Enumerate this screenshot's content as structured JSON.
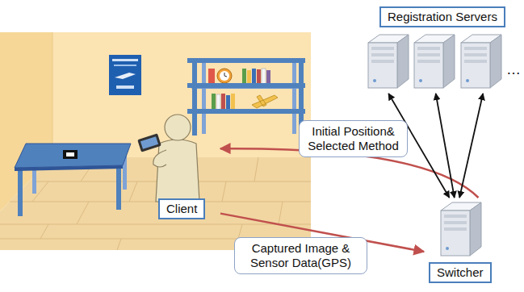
{
  "diagram": {
    "nodes": [
      {
        "text": [
          "Registration Servers"
        ]
      },
      {
        "text": [
          "Client"
        ]
      },
      {
        "text": [
          "Switcher"
        ]
      }
    ],
    "edges": [
      {
        "from": 2,
        "to": 1,
        "arrow": "to",
        "label": "Initial Position& Selected Method"
      },
      {
        "from": 1,
        "to": 2,
        "arrow": "to",
        "label": "Captured Image & Sensor Data(GPS)"
      },
      {
        "from": 0,
        "to": 2,
        "arrow": "both"
      },
      {
        "from": 0,
        "to": 2,
        "arrow": "both"
      },
      {
        "from": 0,
        "to": 2,
        "arrow": "both"
      }
    ],
    "labels": [
      "…"
    ]
  }
}
